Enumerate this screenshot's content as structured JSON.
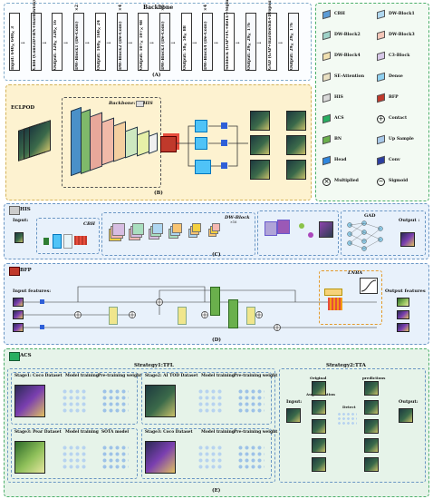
{
  "backbone": {
    "title": "Backbone",
    "label": "(A)",
    "blocks": [
      "Input: 640×640×3",
      "CBH\n(Conv2D+BN+Hardswish)",
      "Output: 320×320×16",
      "DW-Block1\n(De-Conv)",
      "Output: 160×160×24",
      "DW-Block2\n(De-Conv)",
      "Output: 107×107×48",
      "DW-Block3\n(De-Conv)",
      "Output: 58×58×88",
      "DW-Block4\n(De-Conv)",
      "SEblock\n(GAP+FC+ReLU+Sigmoid)",
      "Output: 29×29×176",
      "GAD\n(GAP+Hardswish+Dropout)",
      "Output: 29×29×176"
    ],
    "multipliers": [
      "×2",
      "×4",
      "×5",
      "×4"
    ]
  },
  "legend": {
    "items": [
      {
        "name": "CBH",
        "color": "#5b9bd5"
      },
      {
        "name": "DW-Block1",
        "color": "#b0d8f0"
      },
      {
        "name": "DW-Block2",
        "color": "#9fd2c8"
      },
      {
        "name": "DW-Block3",
        "color": "#f4c6b8"
      },
      {
        "name": "DW-Block4",
        "color": "#f0e0b0"
      },
      {
        "name": "C3-Block",
        "color": "#d7c8e8"
      },
      {
        "name": "SE-Attention",
        "color": "#e9e0c2"
      },
      {
        "name": "Dense",
        "color": "#8fd0f0"
      },
      {
        "name": "HIS",
        "color": "#d9d9d9"
      },
      {
        "name": "BFP",
        "color": "#c0392b"
      },
      {
        "name": "ACS",
        "color": "#27ae60"
      },
      {
        "name": "Contact",
        "color": "#ffffff"
      },
      {
        "name": "BN",
        "color": "#6ab04c"
      },
      {
        "name": "Up Sample",
        "color": "#a8c8e8"
      },
      {
        "name": "Head",
        "color": "#2e86de"
      },
      {
        "name": "Conv",
        "color": "#2c3e9f"
      },
      {
        "name": "Multiplied",
        "color": "#ffffff"
      },
      {
        "name": "Sigmoid",
        "color": "#ffffff"
      }
    ]
  },
  "panel_b": {
    "title": "ECLPOD",
    "backbone_tag": "Backbone:",
    "his_tag": "HIS",
    "label": "(B)"
  },
  "panel_c": {
    "tag": "HIS",
    "input": "Input:",
    "cbh": "CBH",
    "dw": "DW-Block",
    "dw_sub": "×16",
    "gad": "GAD",
    "output": "Output :",
    "label": "(C)"
  },
  "panel_d": {
    "tag": "BFP",
    "input": "Input features:",
    "lnba": "LNBA",
    "output": "Output features",
    "label": "(D)"
  },
  "panel_e": {
    "tag": "ACS",
    "strategy1": "Strategy1:TFL",
    "strategy2": "Strategy2:TTA",
    "stage1": "Stage1: Coco Dataset",
    "stage2": "Stage2: AI TOD Dataset",
    "stage3": "Stage3: Pear Dataset",
    "stage4": "Stage3: Coco Dataset",
    "model_training": "Model training",
    "pretrain": "Pre-training weight",
    "sota": "SOTA model",
    "tta_input": "Input:",
    "original": "Original",
    "augmentation": "Augmentation",
    "detect": "Detect",
    "predictions": "predictions",
    "tta_output": "Output:",
    "label": "(E)"
  }
}
